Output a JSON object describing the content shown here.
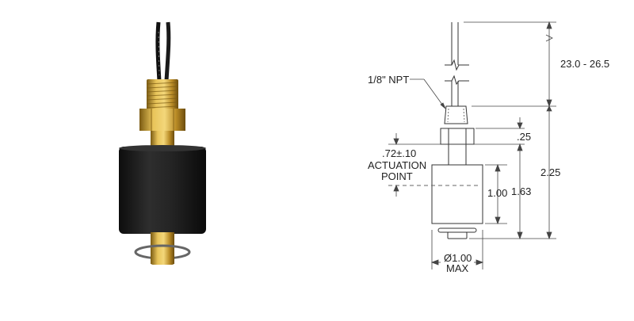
{
  "product_photo": {
    "description": "Brass float level switch with black cylindrical float and lead wires"
  },
  "drawing": {
    "labels": {
      "thread": "1/8\" NPT",
      "lead_length": "23.0 - 26.5",
      "hex_height": ".25",
      "actuation_value": ".72±.10",
      "actuation_line1": "ACTUATION",
      "actuation_line2": "POINT",
      "float_height": "1.00",
      "stem_to_bottom": "1.63",
      "overall_height": "2.25",
      "diameter": "Ø1.00",
      "diameter_note": "MAX"
    },
    "colors": {
      "line": "#333333",
      "dim_line": "#444444",
      "brass": "#c9a23a",
      "float": "#1e1e1e"
    }
  }
}
